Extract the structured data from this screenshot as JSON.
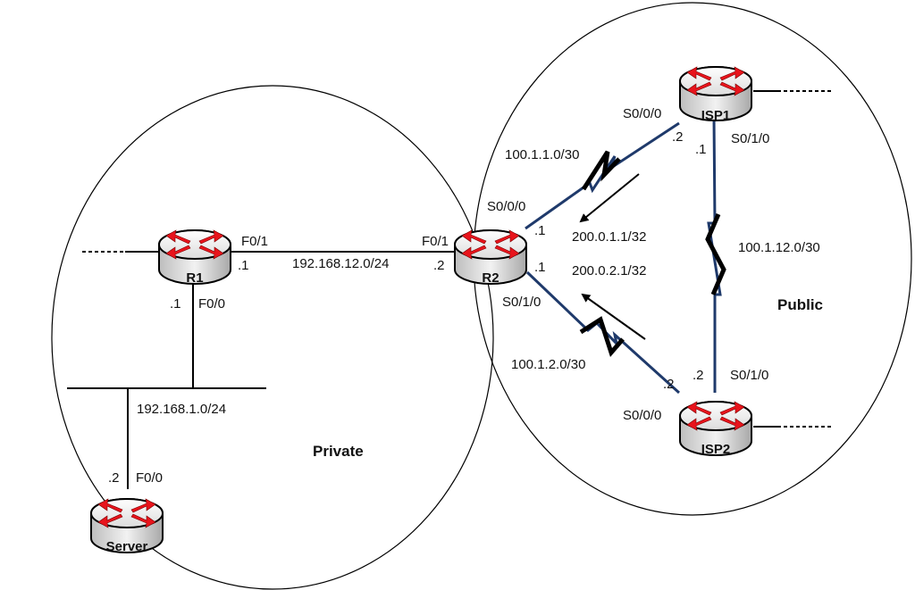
{
  "diagram": {
    "zones": {
      "private": "Private",
      "public": "Public"
    },
    "routers": {
      "r1": "R1",
      "r2": "R2",
      "isp1": "ISP1",
      "isp2": "ISP2",
      "server": "Server"
    },
    "networks": {
      "lan_r1_r2": "192.168.12.0/24",
      "lan_private": "192.168.1.0/24",
      "wan_r2_isp1": "100.1.1.0/30",
      "wan_r2_isp2": "100.1.2.0/30",
      "wan_isp1_isp2": "100.1.12.0/30"
    },
    "routes": {
      "route_isp1": "200.0.1.1/32",
      "route_isp2": "200.0.2.1/32"
    },
    "labels": {
      "r1_f01": "F0/1",
      "r1_f01_ip": ".1",
      "r1_f00": "F0/0",
      "r1_f00_ip": ".1",
      "r2_f01": "F0/1",
      "r2_f01_ip": ".2",
      "r2_s000": "S0/0/0",
      "r2_s000_ip": ".1",
      "r2_s010": "S0/1/0",
      "r2_s010_ip": ".1",
      "isp1_s000": "S0/0/0",
      "isp1_s000_ip": ".2",
      "isp1_s010": "S0/1/0",
      "isp1_s010_ip": ".1",
      "isp2_s000": "S0/0/0",
      "isp2_s000_ip": ".2",
      "isp2_s010": "S0/1/0",
      "isp2_s010_ip": ".2",
      "server_f00": "F0/0",
      "server_f00_ip": ".2"
    },
    "colors": {
      "router_body": "#e6e6e6",
      "router_arrow": "#e8141c",
      "serial_link": "#1f3a6b",
      "line": "#000000"
    }
  }
}
